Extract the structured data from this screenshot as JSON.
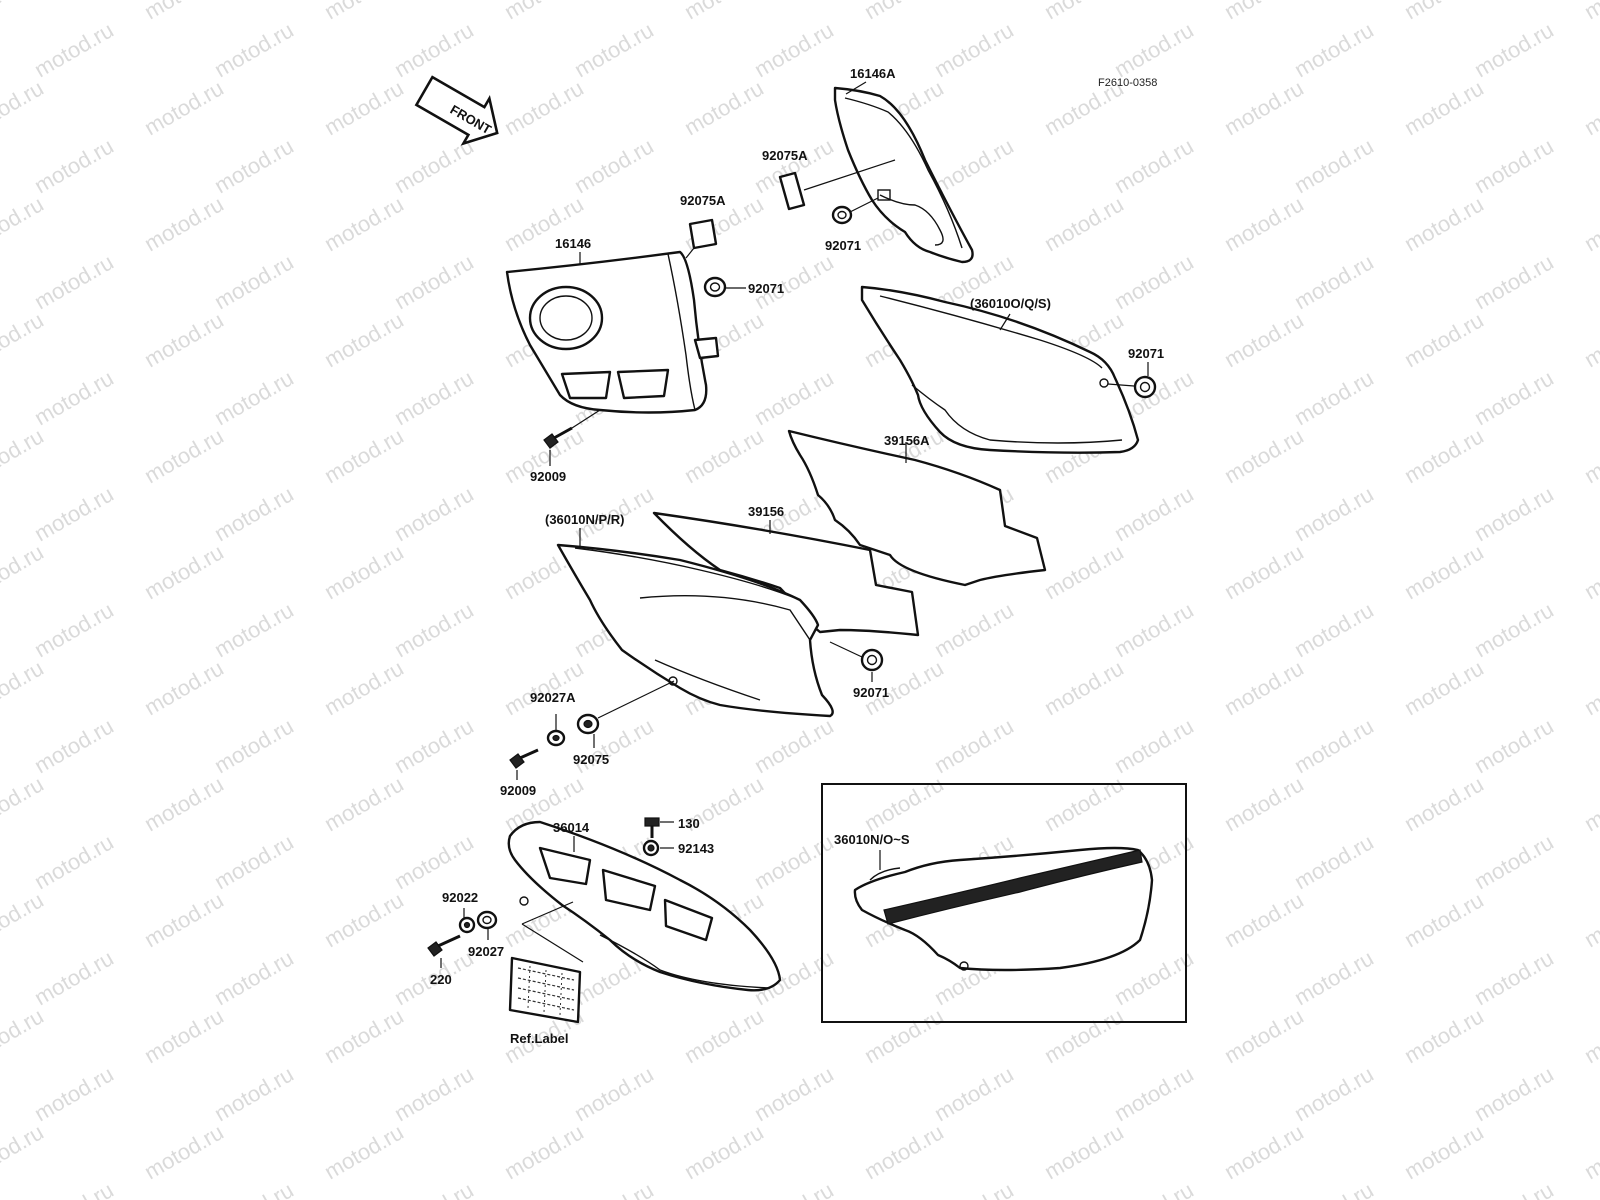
{
  "figure_code": "F2610-0358",
  "front_arrow": "FRONT",
  "watermark": "motod.ru",
  "inset_label": "36010N/O~S",
  "part_labels": {
    "p16146A": "16146A",
    "p92075A_top": "92075A",
    "p92071_top": "92071",
    "p92075A_left": "92075A",
    "p16146": "16146",
    "p92071_left": "92071",
    "p36010OQS": "(36010O/Q/S)",
    "p92071_right": "92071",
    "p92009_upper": "92009",
    "p39156A": "39156A",
    "p36010NPR": "(36010N/P/R)",
    "p39156": "39156",
    "p92071_mid": "92071",
    "p92027A": "92027A",
    "p92075": "92075",
    "p92009_lower": "92009",
    "p36014": "36014",
    "p130": "130",
    "p92143": "92143",
    "p92022": "92022",
    "p92027": "92027",
    "p220": "220",
    "ref_label": "Ref.Label"
  }
}
